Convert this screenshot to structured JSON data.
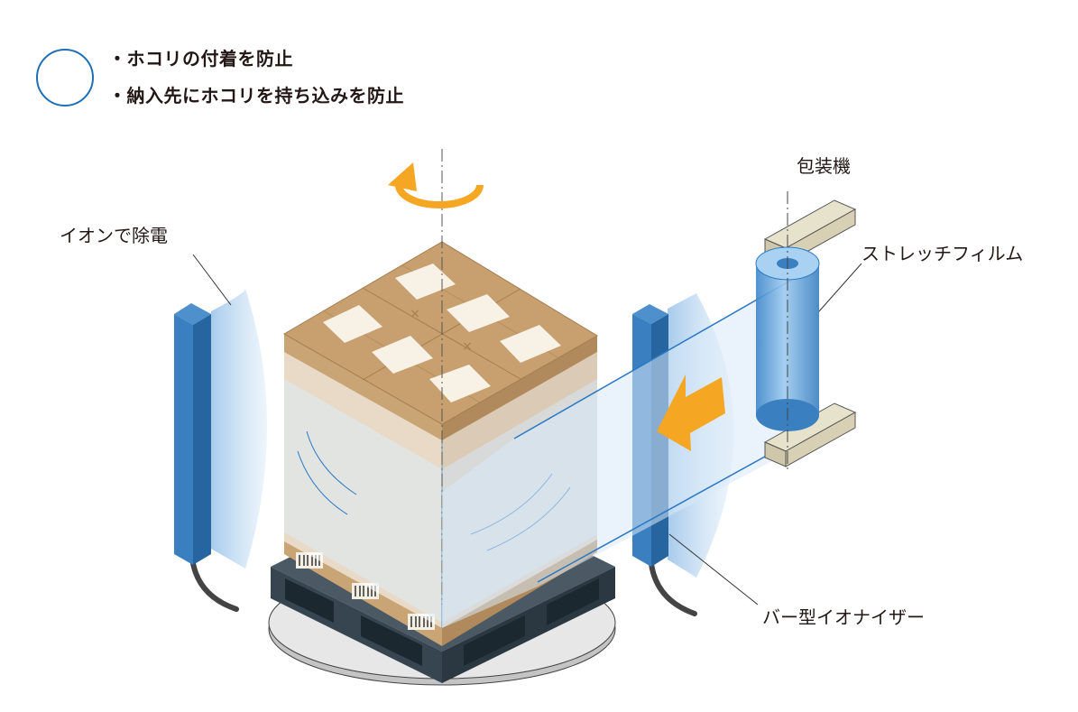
{
  "legend": {
    "items": [
      "・ホコリの付着を防止",
      "・納入先にホコリを持ち込みを防止"
    ]
  },
  "labels": {
    "ionizer_effect": "イオンで除電",
    "packaging_machine": "包装機",
    "stretch_film": "ストレッチフィルム",
    "bar_ionizer": "バー型イオナイザー"
  },
  "colors": {
    "ionizer_bar": "#2d77b8",
    "ion_field": "#b9d6ef",
    "arrow": "#f5a623",
    "legend_circle": "#1f6fb6",
    "cardboard": "#c8a373",
    "pallet": "#36454f",
    "film_line": "#2a78c6"
  },
  "icons": {
    "rotation": "rotation-arrow-icon",
    "direction": "film-direction-arrow-icon"
  }
}
